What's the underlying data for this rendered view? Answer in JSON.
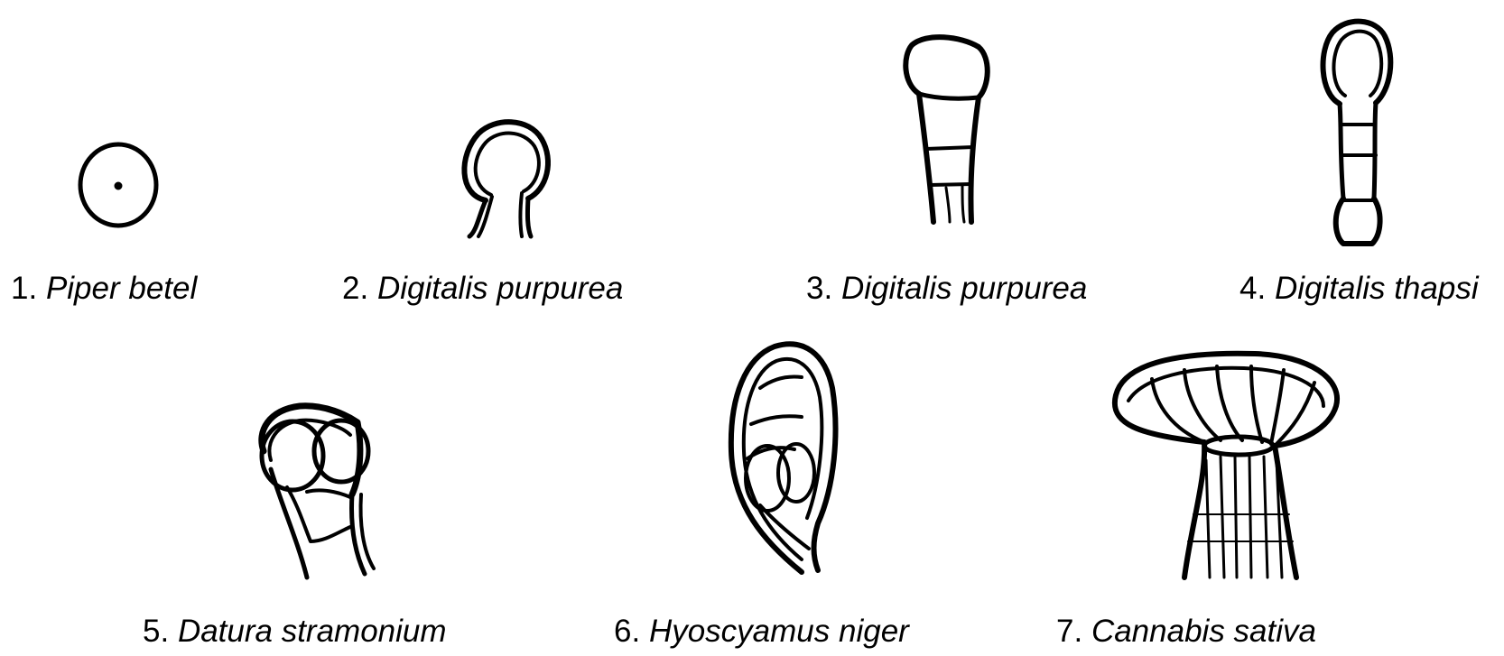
{
  "figure": {
    "items": [
      {
        "number": "1.",
        "species": "Piper betel"
      },
      {
        "number": "2.",
        "species": "Digitalis purpurea"
      },
      {
        "number": "3.",
        "species": "Digitalis purpurea"
      },
      {
        "number": "4.",
        "species": "Digitalis thapsi"
      },
      {
        "number": "5.",
        "species": "Datura stramonium"
      },
      {
        "number": "6.",
        "species": "Hyoscyamus niger"
      },
      {
        "number": "7.",
        "species": "Cannabis sativa"
      }
    ]
  }
}
